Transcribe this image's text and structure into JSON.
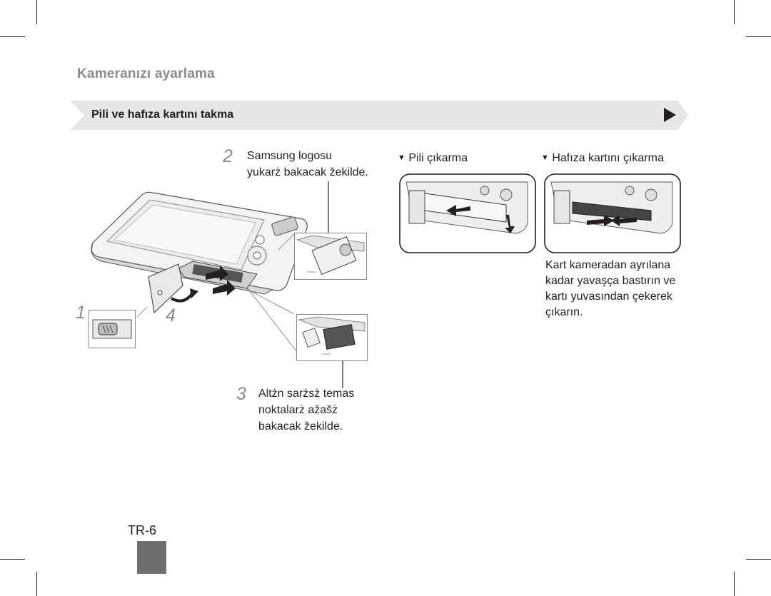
{
  "header": {
    "section_title": "Kameranızı ayarlama",
    "banner_label": "Pili ve hafıza kartını takma"
  },
  "steps": {
    "step1": {
      "number": "1"
    },
    "step2": {
      "number": "2",
      "text_line1": "Samsung logosu",
      "text_line2": "yukarż bakacak žekilde."
    },
    "step3": {
      "number": "3",
      "text_line1": "Altżn sarżsż temas",
      "text_line2": "noktalarż ažašż",
      "text_line3": "bakacak žekilde."
    },
    "step4": {
      "number": "4"
    }
  },
  "removal": {
    "battery_label": "Pili çıkarma",
    "card_label": "Hafıza kartını çıkarma",
    "bullet": "▼",
    "card_desc_line1": "Kart kameradan ayrılana",
    "card_desc_line2": "kadar yavaşça bastırın ve",
    "card_desc_line3": "kartı yuvasından çekerek",
    "card_desc_line4": "çıkarın."
  },
  "footer": {
    "page_number": "TR-6"
  },
  "colors": {
    "banner_bg": "#e6e6e6",
    "heading_gray": "#8a8a8a",
    "page_tab": "#6f6f6f",
    "text": "#231f20"
  }
}
